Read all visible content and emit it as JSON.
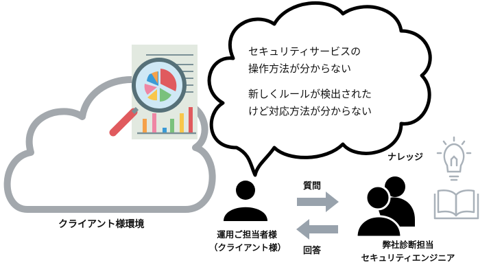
{
  "bubble": {
    "lines": [
      "セキュリティサービスの",
      "操作方法が分からない",
      "新しくルールが検出された",
      "けど対応方法が分からない"
    ]
  },
  "client_env_label": "クライアント様環境",
  "client_person": {
    "line1": "運用ご担当者様",
    "line2": "（クライアント様）"
  },
  "question_label": "質問",
  "answer_label": "回答",
  "engineer": {
    "line1": "弊社診断担当",
    "line2": "セキュリティエンジニア"
  },
  "knowledge_label": "ナレッジ",
  "colors": {
    "cloud": "#a3a8ad",
    "arrow": "#98a2ac",
    "icon_gray": "#a9b1b9",
    "doc_bg": "#e2e9e0",
    "handle": "#e05a5e"
  }
}
